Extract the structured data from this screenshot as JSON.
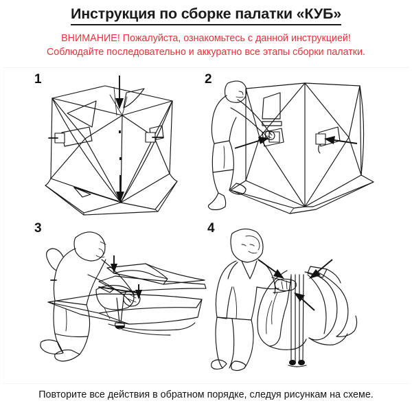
{
  "document": {
    "title": "Инструкция по сборке палатки «КУБ»",
    "warning_line_1": "ВНИМАНИЕ! Пожалуйста, ознакомьтесь с данной инструкцией!",
    "warning_line_2": "Соблюдайте последовательно и аккуратно все этапы сборки палатки.",
    "footer_note": "Повторите все действия в обратном порядке, следуя рисункам на схеме."
  },
  "colors": {
    "warning_red": "#e8333a",
    "ink_black": "#141414",
    "background": "#ffffff"
  },
  "steps": [
    {
      "number": "1",
      "name": "step-1-erect-cube-frame",
      "illustration": "cube-tent-pull-center-hub-down"
    },
    {
      "number": "2",
      "name": "step-2-push-side-hubs",
      "illustration": "person-pushing-side-hub-latches-inward"
    },
    {
      "number": "3",
      "name": "step-3-press-folded-tent-flat",
      "illustration": "kneeling-person-pressing-folded-tent-down"
    },
    {
      "number": "4",
      "name": "step-4-gather-poles-and-fabric",
      "illustration": "standing-person-gathering-poles-and-fabric"
    }
  ]
}
